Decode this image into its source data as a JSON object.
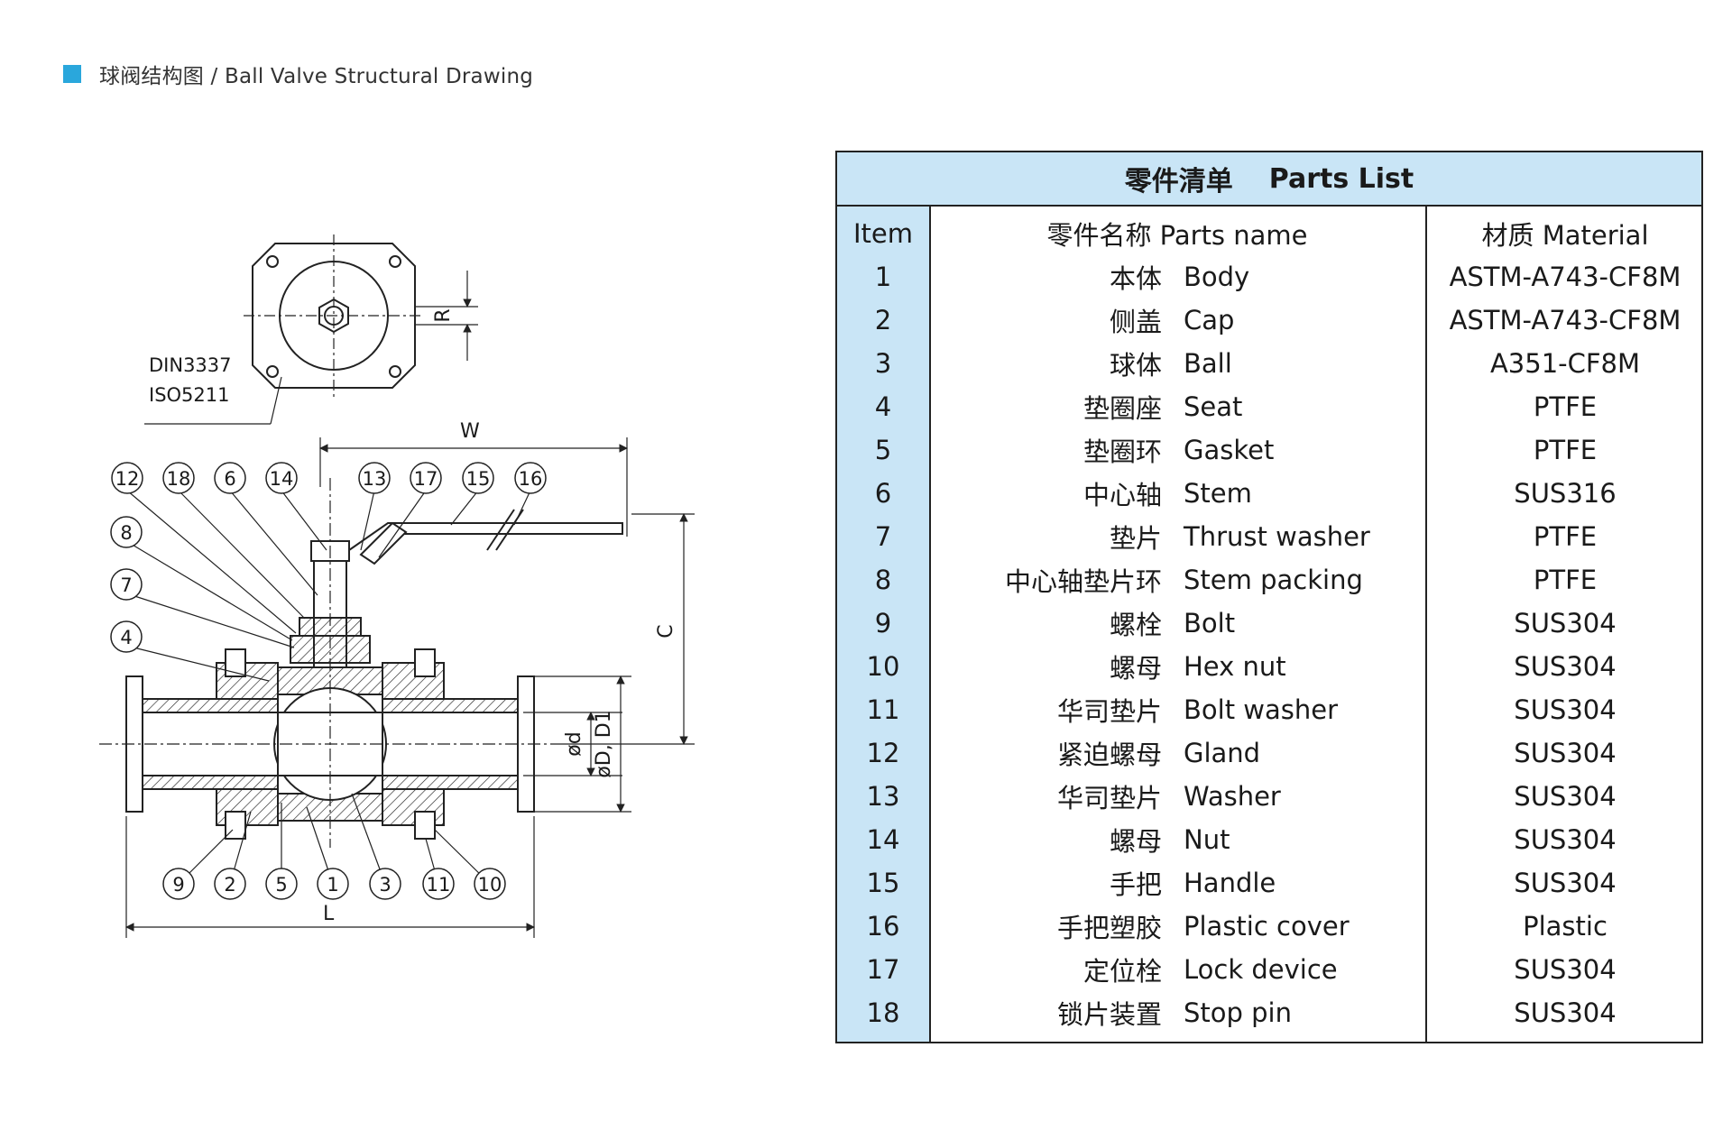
{
  "header": {
    "title": "球阀结构图 / Ball Valve Structural Drawing",
    "accent_color": "#2aa7dc"
  },
  "drawing": {
    "standard_labels": [
      "DIN3337",
      "ISO5211"
    ],
    "dimension_labels": {
      "W": "W",
      "L": "L",
      "C": "C",
      "R": "R",
      "d": "ød",
      "D": "øD, D1"
    },
    "callouts_top": [
      "12",
      "18",
      "6",
      "14",
      "13",
      "17",
      "15",
      "16"
    ],
    "callouts_left": [
      "8",
      "7",
      "4"
    ],
    "callouts_bottom": [
      "9",
      "2",
      "5",
      "1",
      "3",
      "11",
      "10"
    ]
  },
  "table": {
    "title_cn": "零件清单",
    "title_en": "Parts List",
    "header_bg": "#c9e5f6",
    "headers": {
      "item": "Item",
      "name": "零件名称 Parts name",
      "material": "材质 Material"
    },
    "rows": [
      {
        "item": "1",
        "cn": "本体",
        "en": "Body",
        "material": "ASTM-A743-CF8M"
      },
      {
        "item": "2",
        "cn": "侧盖",
        "en": "Cap",
        "material": "ASTM-A743-CF8M"
      },
      {
        "item": "3",
        "cn": "球体",
        "en": "Ball",
        "material": "A351-CF8M"
      },
      {
        "item": "4",
        "cn": "垫圈座",
        "en": "Seat",
        "material": "PTFE"
      },
      {
        "item": "5",
        "cn": "垫圈环",
        "en": "Gasket",
        "material": "PTFE"
      },
      {
        "item": "6",
        "cn": "中心轴",
        "en": "Stem",
        "material": "SUS316"
      },
      {
        "item": "7",
        "cn": "垫片",
        "en": "Thrust washer",
        "material": "PTFE"
      },
      {
        "item": "8",
        "cn": "中心轴垫片环",
        "en": "Stem packing",
        "material": "PTFE"
      },
      {
        "item": "9",
        "cn": "螺栓",
        "en": "Bolt",
        "material": "SUS304"
      },
      {
        "item": "10",
        "cn": "螺母",
        "en": "Hex nut",
        "material": "SUS304"
      },
      {
        "item": "11",
        "cn": "华司垫片",
        "en": "Bolt washer",
        "material": "SUS304"
      },
      {
        "item": "12",
        "cn": "紧迫螺母",
        "en": "Gland",
        "material": "SUS304"
      },
      {
        "item": "13",
        "cn": "华司垫片",
        "en": "Washer",
        "material": "SUS304"
      },
      {
        "item": "14",
        "cn": "螺母",
        "en": "Nut",
        "material": "SUS304"
      },
      {
        "item": "15",
        "cn": "手把",
        "en": "Handle",
        "material": "SUS304"
      },
      {
        "item": "16",
        "cn": "手把塑胶",
        "en": "Plastic cover",
        "material": "Plastic"
      },
      {
        "item": "17",
        "cn": "定位栓",
        "en": "Lock device",
        "material": "SUS304"
      },
      {
        "item": "18",
        "cn": "锁片装置",
        "en": "Stop pin",
        "material": "SUS304"
      }
    ]
  }
}
